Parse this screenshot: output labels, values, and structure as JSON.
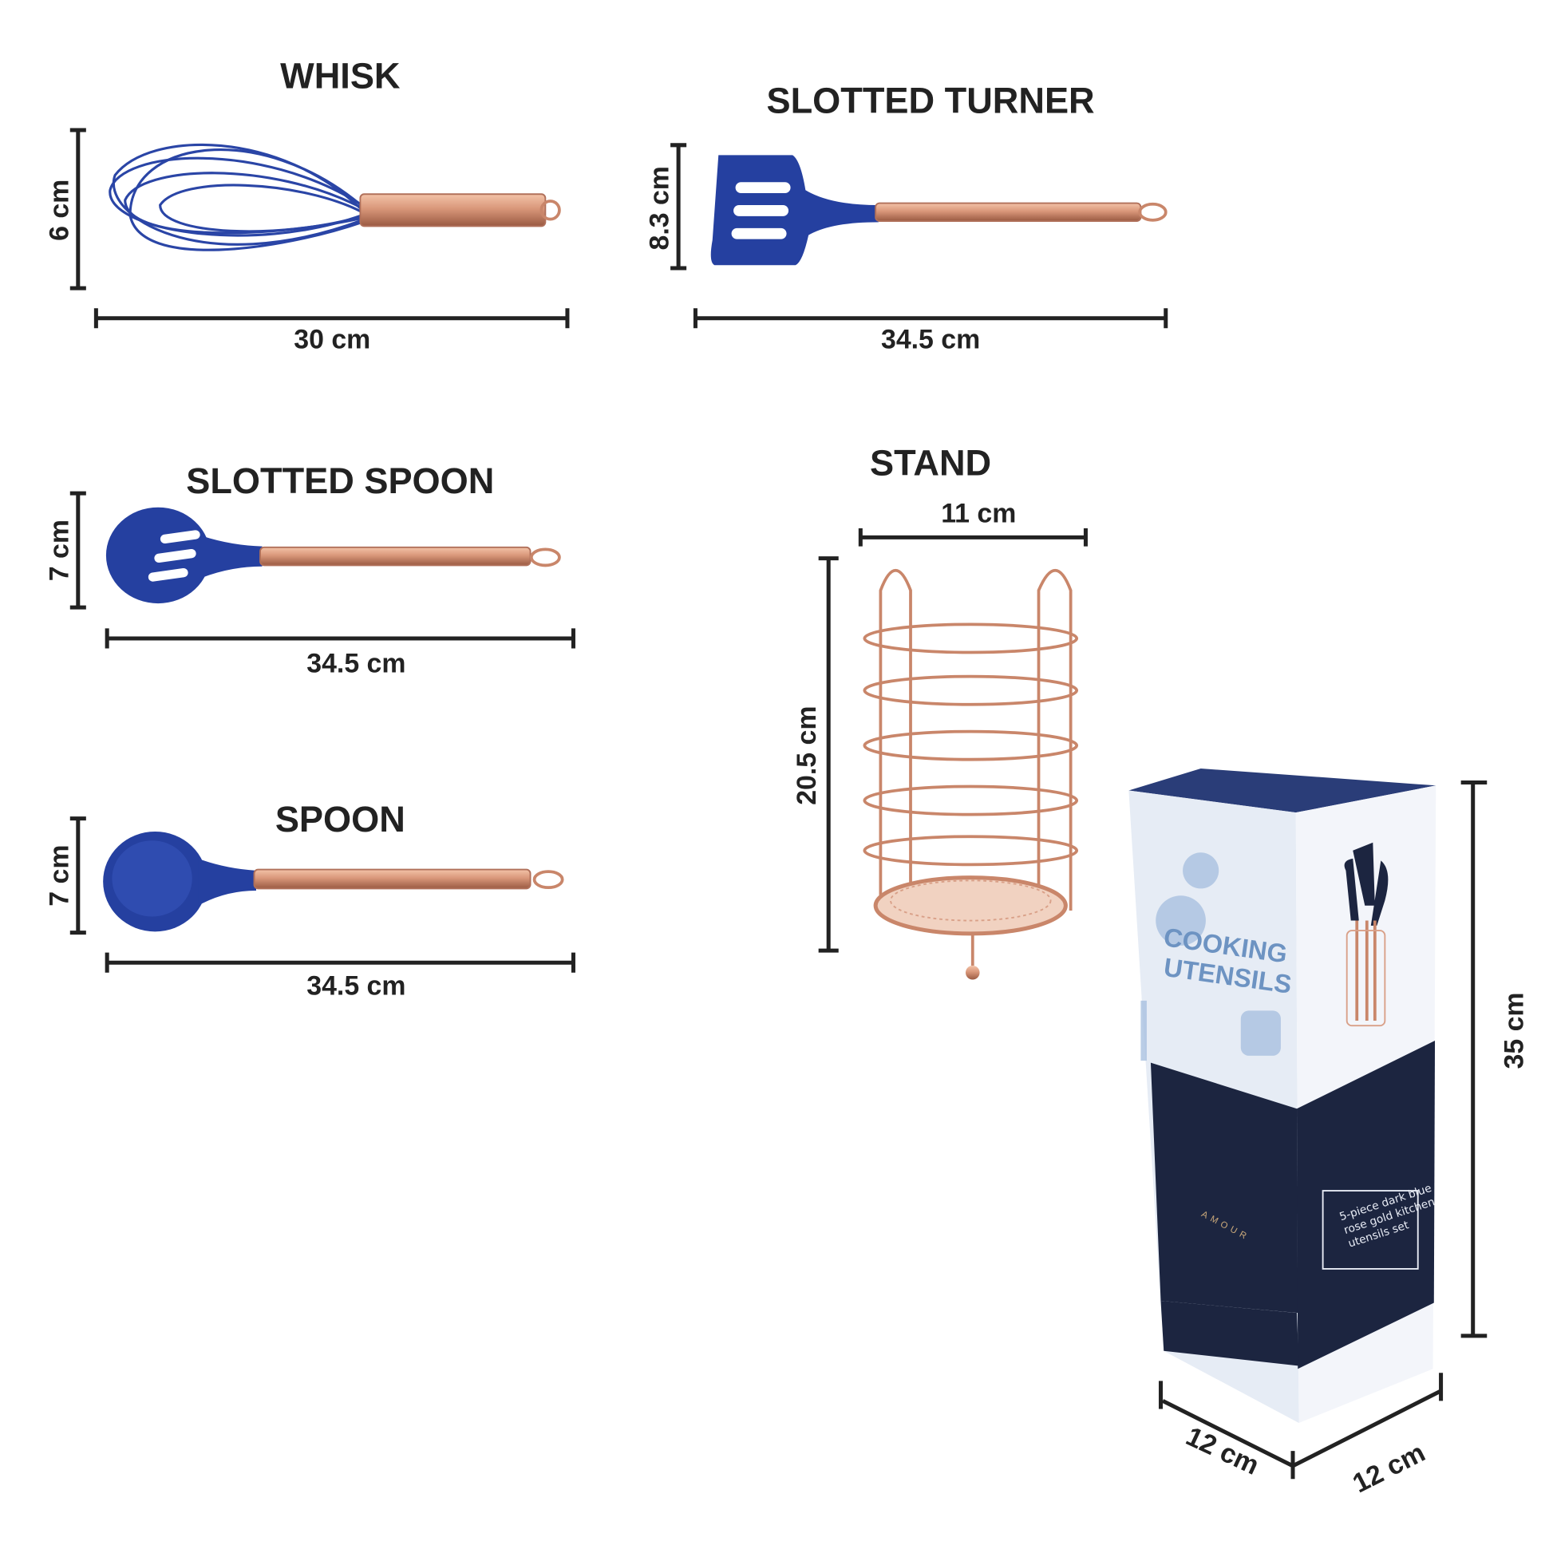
{
  "items": {
    "whisk": {
      "title": "WHISK",
      "height": "6 cm",
      "length": "30 cm"
    },
    "slotted_turner": {
      "title": "SLOTTED TURNER",
      "height": "8.3 cm",
      "length": "34.5 cm"
    },
    "slotted_spoon": {
      "title": "SLOTTED SPOON",
      "height": "7 cm",
      "length": "34.5 cm"
    },
    "spoon": {
      "title": "SPOON",
      "height": "7 cm",
      "length": "34.5 cm"
    },
    "stand": {
      "title": "STAND",
      "width": "11 cm",
      "height": "20.5 cm"
    },
    "box": {
      "height": "35 cm",
      "width": "12 cm",
      "depth": "12 cm",
      "print_line1": "COOKING",
      "print_line2": "UTENSILS",
      "brand": "AMOUR",
      "label_line1": "5-piece dark blue",
      "label_line2": "rose gold kitchen",
      "label_line3": "utensils set"
    }
  },
  "colors": {
    "silicone": "#2540a0",
    "rose_gold": "#d9977a",
    "box_navy": "#1c2540",
    "box_light": "#e6ecf5",
    "dimension": "#222222"
  }
}
